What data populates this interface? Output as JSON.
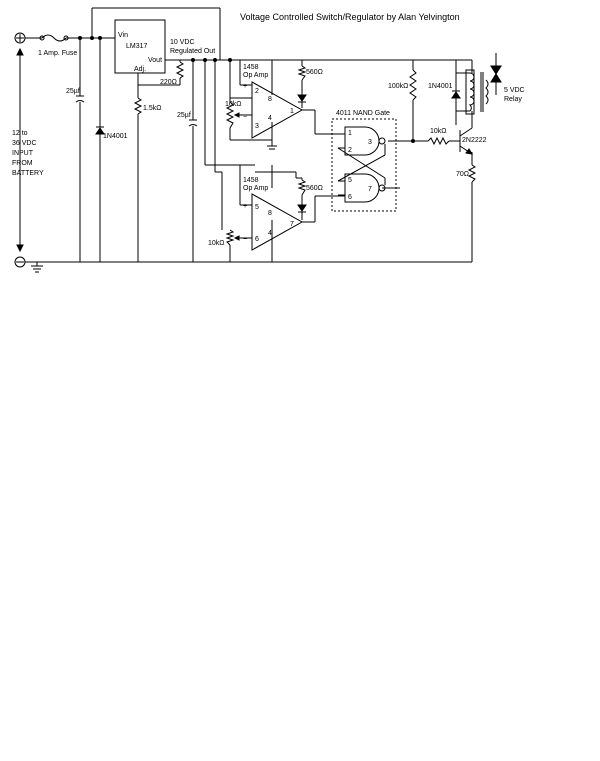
{
  "title": "Voltage Controlled Switch/Regulator by Alan Yelvington",
  "labels": {
    "fuse": "1 Amp. Fuse",
    "regulator": "LM317",
    "vin": "Vin",
    "vout": "Vout",
    "adj": "Adj.",
    "reg_out_1": "10 VDC",
    "reg_out_2": "Regulated Out",
    "r220": "220Ω",
    "r1k5": "1.5kΩ",
    "cap_left": "25µf",
    "cap_mid": "25µf",
    "diode_left": "1N4001",
    "diode_right": "1N4001",
    "input_1": "12 to",
    "input_2": "36 VDC",
    "input_3": "INPUT",
    "input_4": "FROM",
    "input_5": "BATTERY",
    "opamp1_part": "1458",
    "opamp1_type": "Op Amp",
    "opamp2_part": "1458",
    "opamp2_type": "Op Amp",
    "r560_top": "560Ω",
    "r560_bot": "560Ω",
    "pot_top": "10kΩ",
    "pot_bot": "10kΩ",
    "nand_title": "4011 NAND Gate",
    "r100k": "100kΩ",
    "r10k_base": "10kΩ",
    "r70": "70Ω",
    "transistor": "2N2222",
    "relay_1": "5 VDC",
    "relay_2": "Relay",
    "plus": "+",
    "minus": "−",
    "pins": {
      "oa1_8": "8",
      "oa1_3": "3",
      "oa1_2": "2",
      "oa1_4": "4",
      "oa1_1": "1",
      "oa2_8": "8",
      "oa2_5": "5",
      "oa2_6": "6",
      "oa2_4": "4",
      "oa2_7": "7",
      "g1_1": "1",
      "g1_2": "2",
      "g1_3": "3",
      "g2_5": "5",
      "g2_6": "6",
      "g2_7": "7"
    }
  }
}
